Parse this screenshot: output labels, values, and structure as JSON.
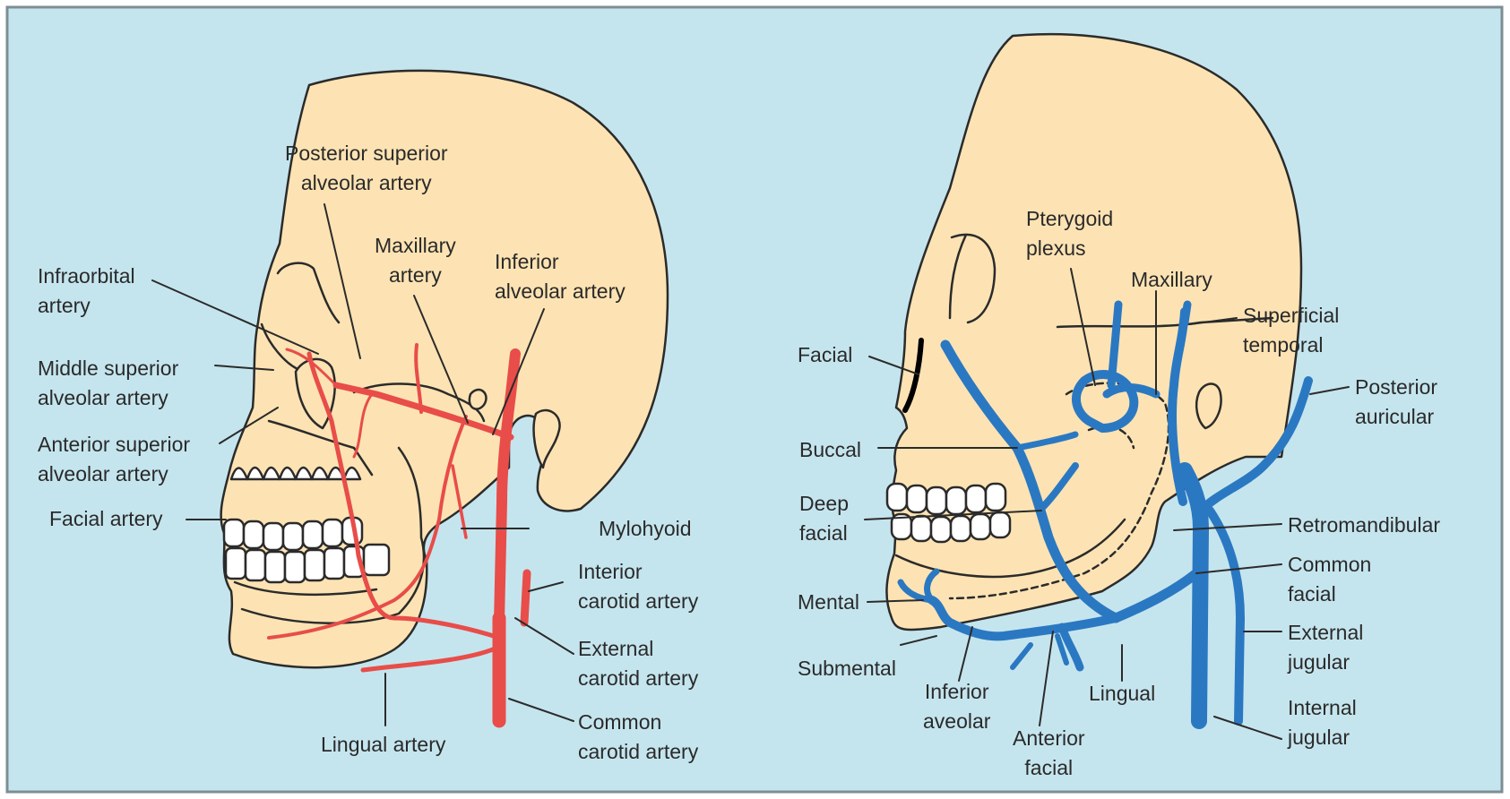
{
  "colors": {
    "background": "#c5e5ee",
    "skin": "#fde3b3",
    "artery": "#e84d49",
    "vein": "#2b78c2",
    "outline": "#2b2b2b"
  },
  "arteries": {
    "posterior_superior_alveolar": [
      "Posterior superior",
      "alveolar artery"
    ],
    "maxillary": [
      "Maxillary",
      "artery"
    ],
    "inferior_alveolar": [
      "Inferior",
      "alveolar artery"
    ],
    "infraorbital": [
      "Infraorbital",
      "artery"
    ],
    "middle_superior_alveolar": [
      "Middle superior",
      "alveolar artery"
    ],
    "anterior_superior_alveolar": [
      "Anterior superior",
      "alveolar artery"
    ],
    "facial": "Facial artery",
    "mylohyoid": "Mylohyoid",
    "interior_carotid": [
      "Interior",
      "carotid artery"
    ],
    "external_carotid": [
      "External",
      "carotid artery"
    ],
    "common_carotid": [
      "Common",
      "carotid artery"
    ],
    "lingual": "Lingual artery"
  },
  "veins": {
    "pterygoid_plexus": [
      "Pterygoid",
      "plexus"
    ],
    "maxillary": "Maxillary",
    "superficial_temporal": [
      "Superficial",
      "temporal"
    ],
    "facial": "Facial",
    "posterior_auricular": [
      "Posterior",
      "auricular"
    ],
    "buccal": "Buccal",
    "deep_facial": [
      "Deep",
      "facial"
    ],
    "retromandibular": "Retromandibular",
    "common_facial": [
      "Common",
      "facial"
    ],
    "mental": "Mental",
    "external_jugular": [
      "External",
      "jugular"
    ],
    "submental": "Submental",
    "inferior_aveolar": [
      "Inferior",
      "aveolar"
    ],
    "lingual": "Lingual",
    "internal_jugular": [
      "Internal",
      "jugular"
    ],
    "anterior_facial": [
      "Anterior",
      "facial"
    ]
  }
}
